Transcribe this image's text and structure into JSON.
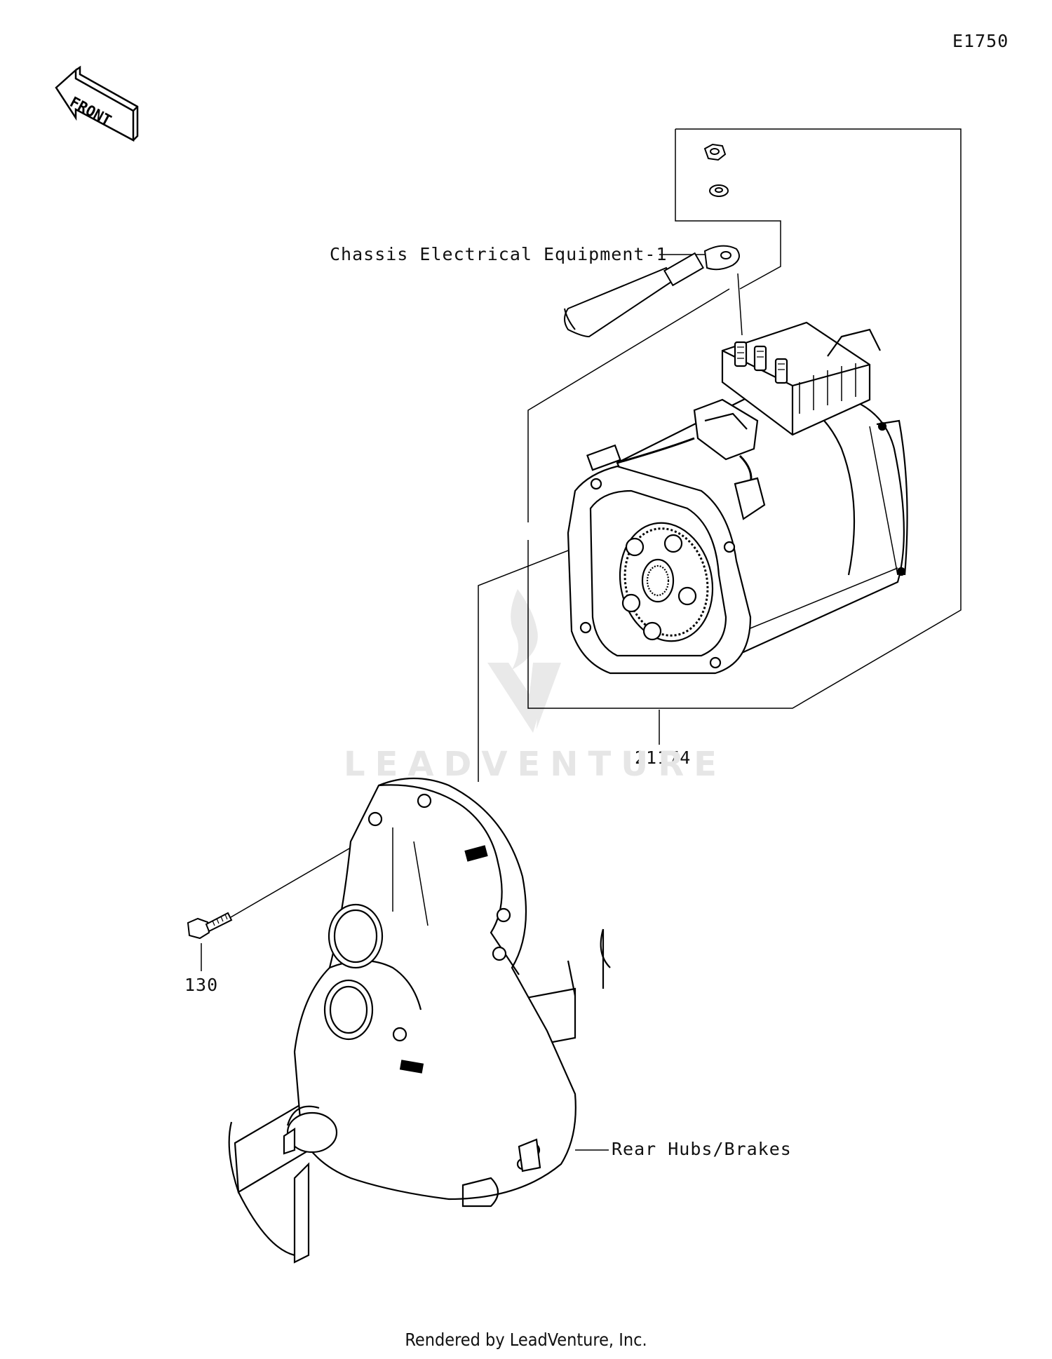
{
  "diagram_code": "E1750",
  "front_label": "FRONT",
  "callouts": {
    "chassis_electrical": "Chassis Electrical Equipment-1",
    "motor_part": "21174",
    "bolt_part": "130",
    "rear_hubs": "Rear Hubs/Brakes"
  },
  "watermark": "LEADVENTURE",
  "footer": "Rendered by LeadVenture, Inc."
}
